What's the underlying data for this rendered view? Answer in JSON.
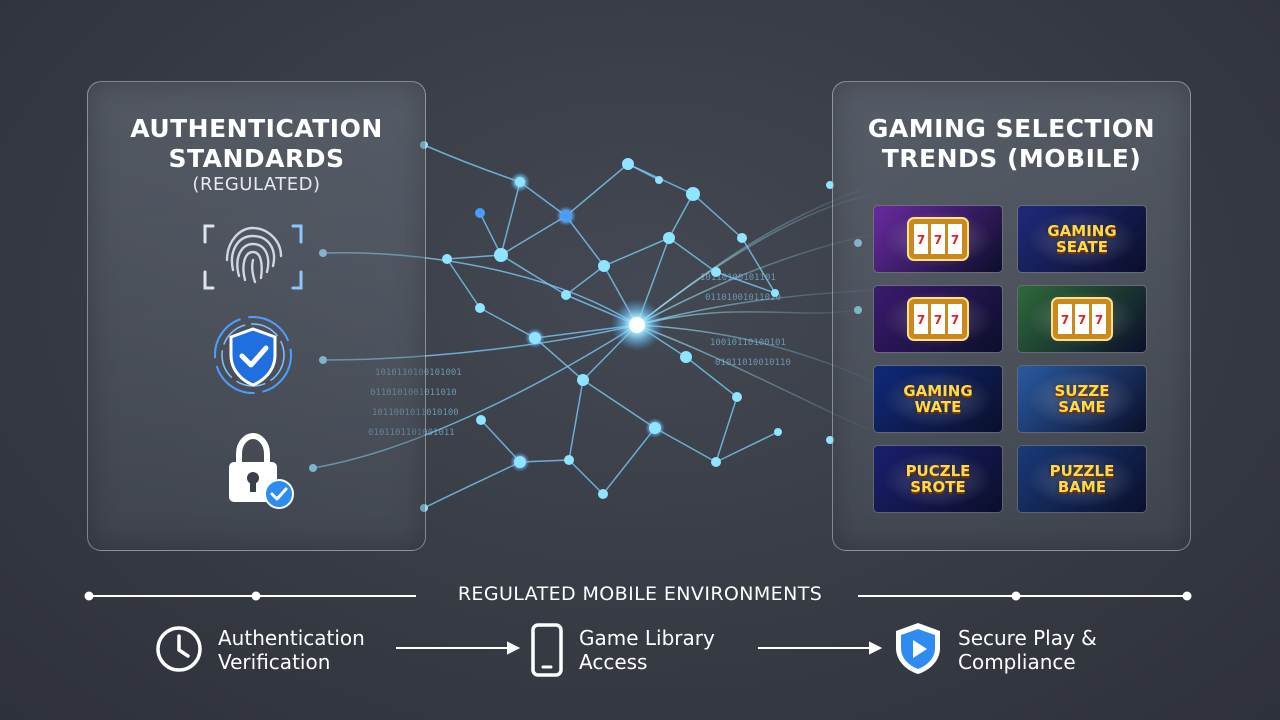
{
  "left_panel": {
    "title_line1": "AUTHENTICATION",
    "title_line2": "STANDARDS",
    "subtitle": "(REGULATED)",
    "icons": [
      "fingerprint-scan-icon",
      "shield-check-icon",
      "padlock-check-icon"
    ]
  },
  "right_panel": {
    "title_line1": "GAMING SELECTION",
    "title_line2": "TRENDS (MOBILE)",
    "tiles": [
      {
        "text": "",
        "bg": "#6a2aa0"
      },
      {
        "text": "GAMING\nSEATE",
        "bg": "#1f2a7a"
      },
      {
        "text": "",
        "bg": "#3b1a6e"
      },
      {
        "text": "",
        "bg": "#2f6a3a"
      },
      {
        "text": "GAMING\nWATE",
        "bg": "#0f2a7a"
      },
      {
        "text": "SUZZE\nSAME",
        "bg": "#2a5aa0"
      },
      {
        "text": "PUCZLE\nSROTE",
        "bg": "#1a1f6e"
      },
      {
        "text": "PUZZLE\nBAME",
        "bg": "#1a3a7a"
      }
    ]
  },
  "timeline": {
    "title": "REGULATED MOBILE ENVIRONMENTS",
    "steps": [
      {
        "label": "Authentication\nVerification",
        "icon": "clock-icon"
      },
      {
        "label": "Game Library\nAccess",
        "icon": "smartphone-icon"
      },
      {
        "label": "Secure Play &\nCompliance",
        "icon": "shield-play-icon"
      }
    ]
  },
  "colors": {
    "accent": "#6fd0ff",
    "node": "#8fe4ff",
    "shield": "#2e8cf0",
    "background": "#373b44"
  }
}
